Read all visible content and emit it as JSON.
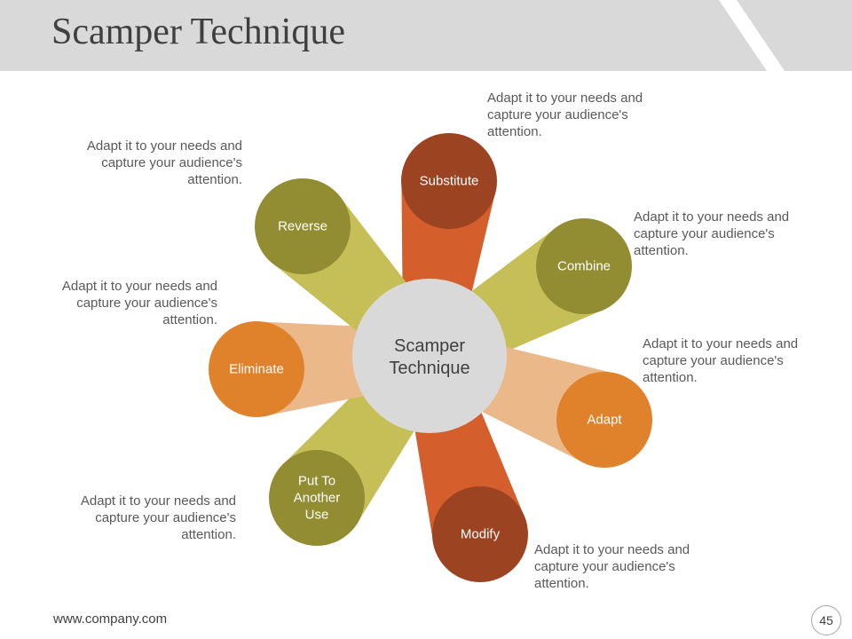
{
  "title": "Scamper Technique",
  "center": {
    "line1": "Scamper",
    "line2": "Technique",
    "color": "#d9d9d9"
  },
  "nodes": [
    {
      "id": "substitute",
      "label": "Substitute",
      "color": "#9c4322",
      "beam": "#d45f2c",
      "description": "Adapt it to your needs and capture your audience's attention."
    },
    {
      "id": "combine",
      "label": "Combine",
      "color": "#928d32",
      "beam": "#c6bf57",
      "description": "Adapt it to your needs and capture your audience's attention."
    },
    {
      "id": "adapt",
      "label": "Adapt",
      "color": "#e0822c",
      "beam": "#ebb88a",
      "description": "Adapt it to your needs and capture your audience's attention."
    },
    {
      "id": "modify",
      "label": "Modify",
      "color": "#9c4322",
      "beam": "#d45f2c",
      "description": "Adapt it to your needs and capture your audience's attention."
    },
    {
      "id": "put-to-another-use",
      "label": "Put To Another Use",
      "color": "#928d32",
      "beam": "#c6bf57",
      "description": "Adapt it to your needs and capture your audience's attention."
    },
    {
      "id": "eliminate",
      "label": "Eliminate",
      "color": "#e0822c",
      "beam": "#ebb88a",
      "description": "Adapt it to your needs and capture your audience's attention."
    },
    {
      "id": "reverse",
      "label": "Reverse",
      "color": "#928d32",
      "beam": "#c6bf57",
      "description": "Adapt it to your needs and capture your audience's attention."
    }
  ],
  "footer": {
    "url": "www.company.com",
    "page": "45"
  }
}
